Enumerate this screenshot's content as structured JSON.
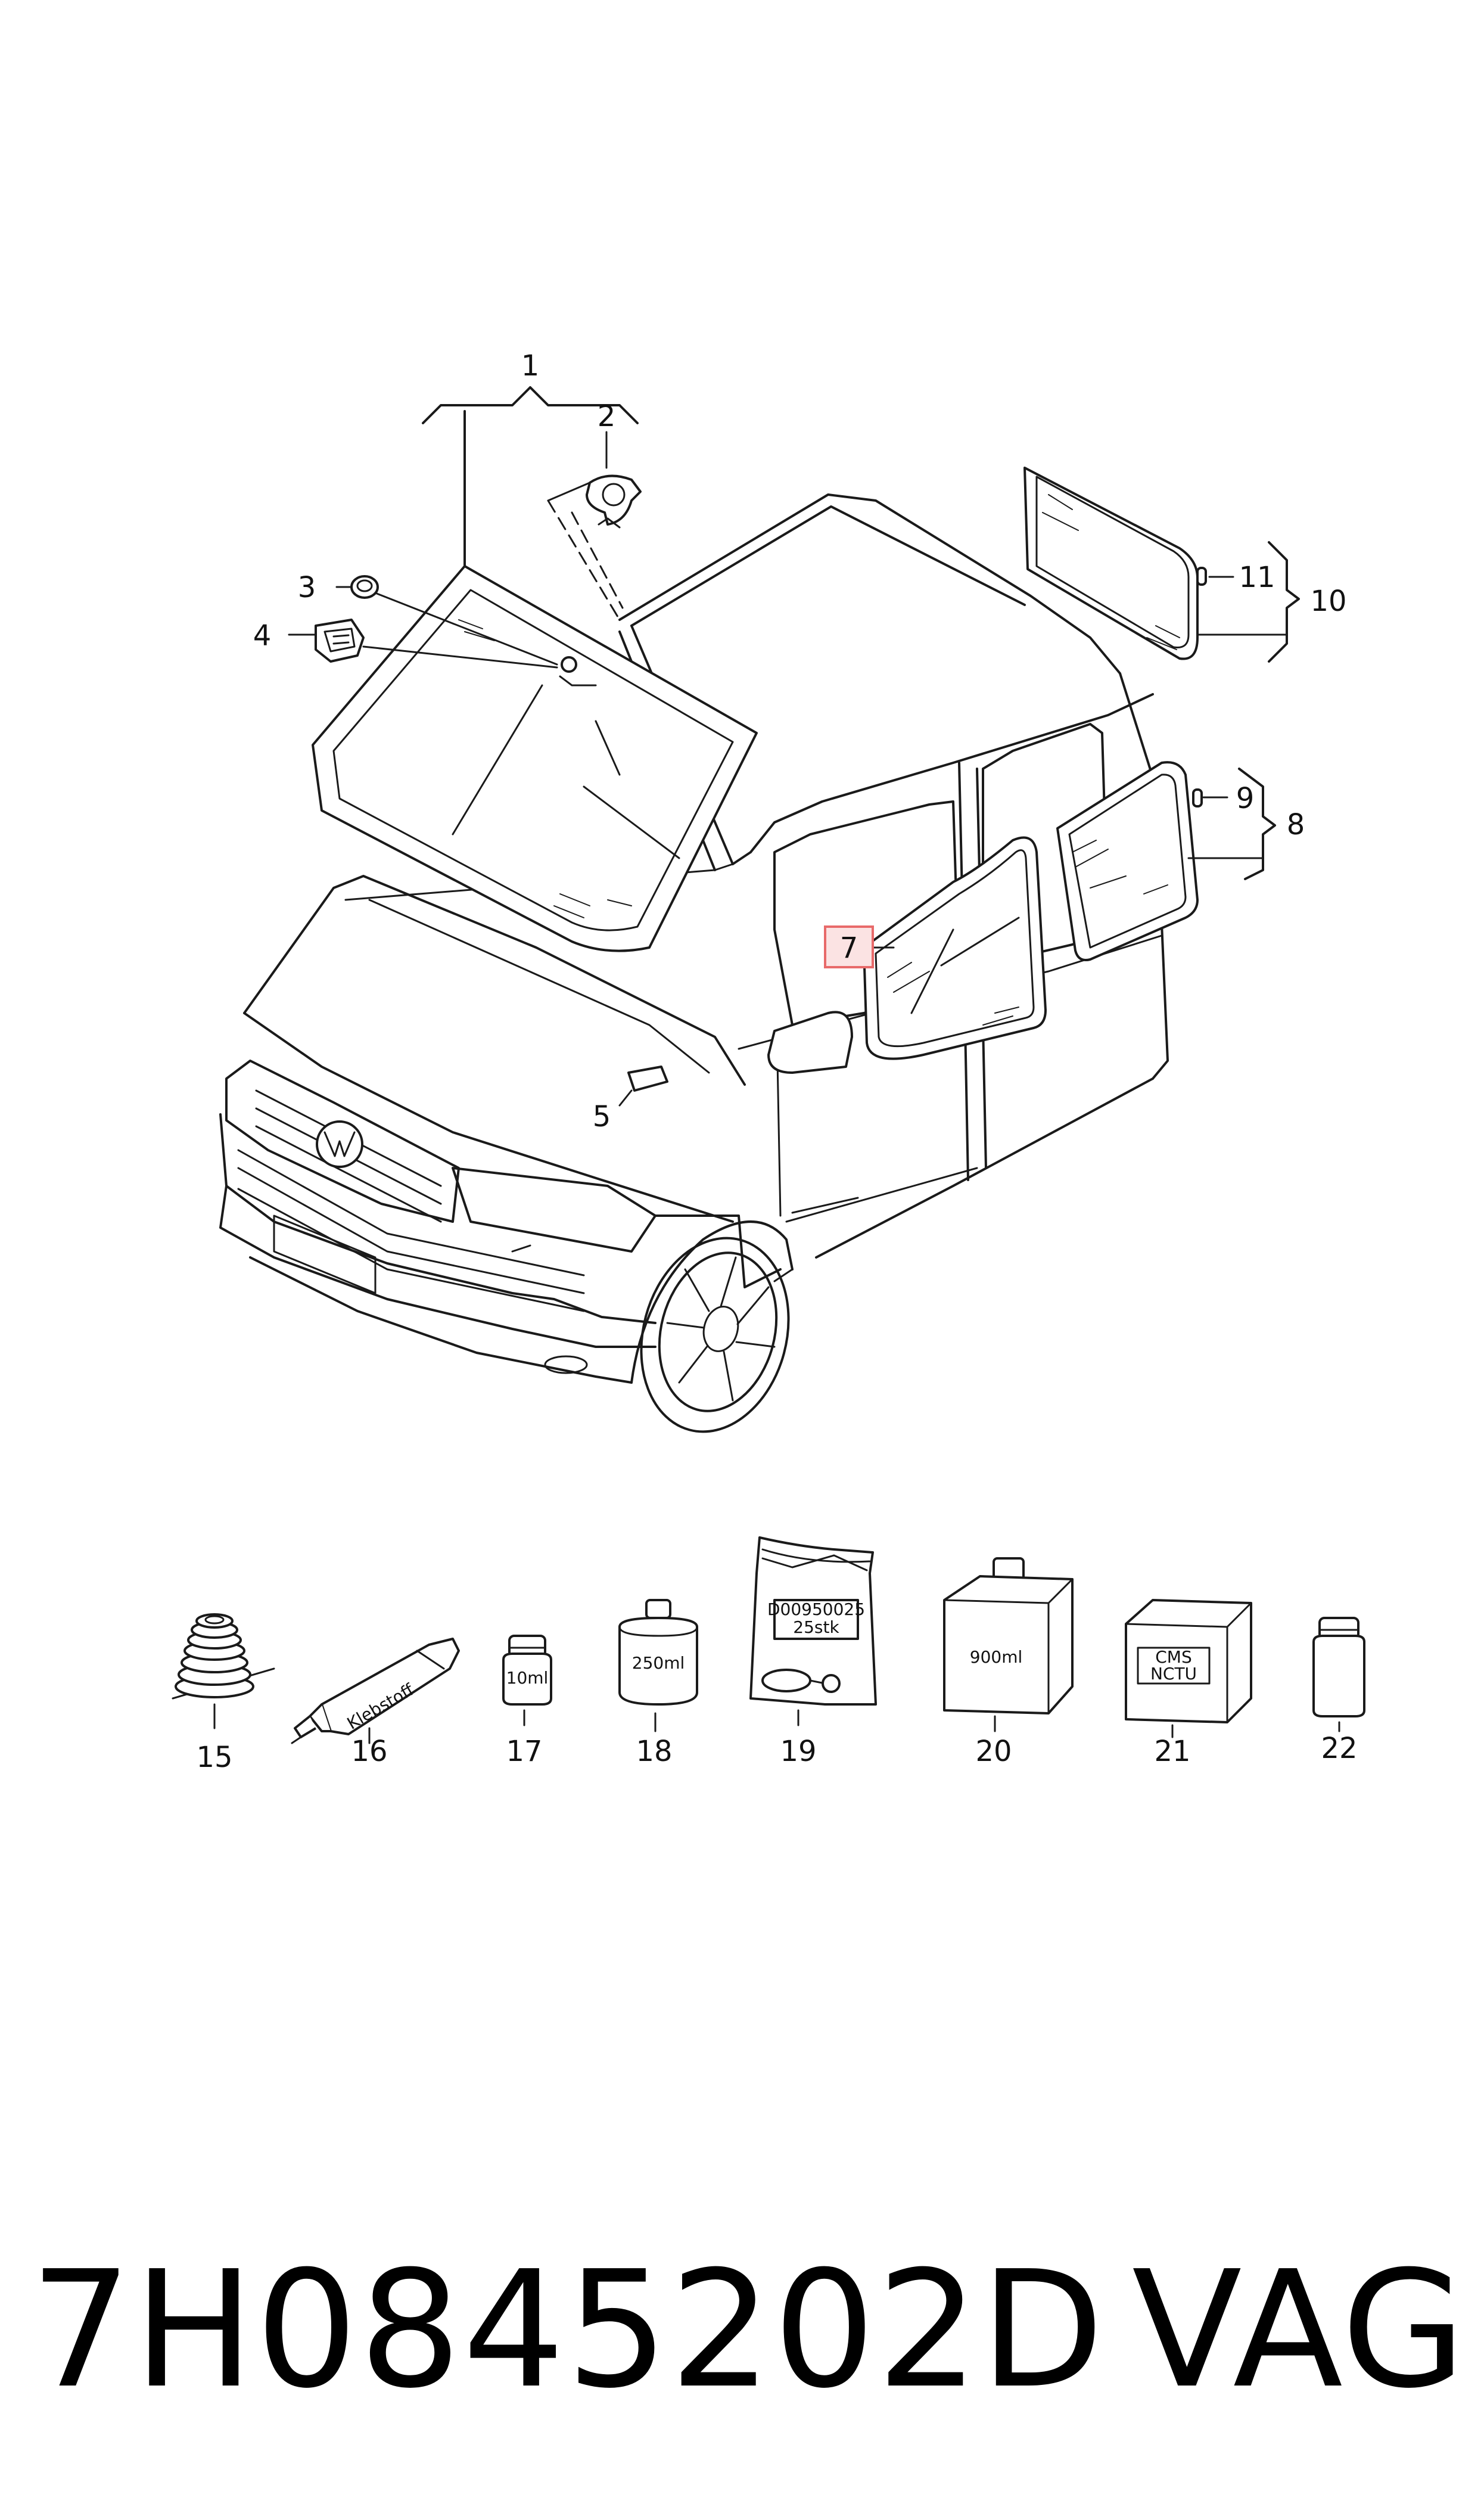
{
  "callouts": {
    "c1": "1",
    "c2": "2",
    "c3": "3",
    "c4": "4",
    "c5": "5",
    "c7": "7",
    "c8": "8",
    "c9": "9",
    "c10": "10",
    "c11": "11",
    "c15": "15",
    "c16": "16",
    "c17": "17",
    "c18": "18",
    "c19": "19",
    "c20": "20",
    "c21": "21",
    "c22": "22"
  },
  "products": {
    "tube_label": "Klebstoff",
    "bottle_small_label": "10ml",
    "can_label": "250ml",
    "bag_code": "D00950025",
    "bag_count": "25stk",
    "box_label": "900ml",
    "kit_label_line1": "CMS",
    "kit_label_line2": "NCTU"
  },
  "highlight_color": "#e86a6a",
  "footer": {
    "part_number": "7H0845202D",
    "brand": "VAG"
  }
}
